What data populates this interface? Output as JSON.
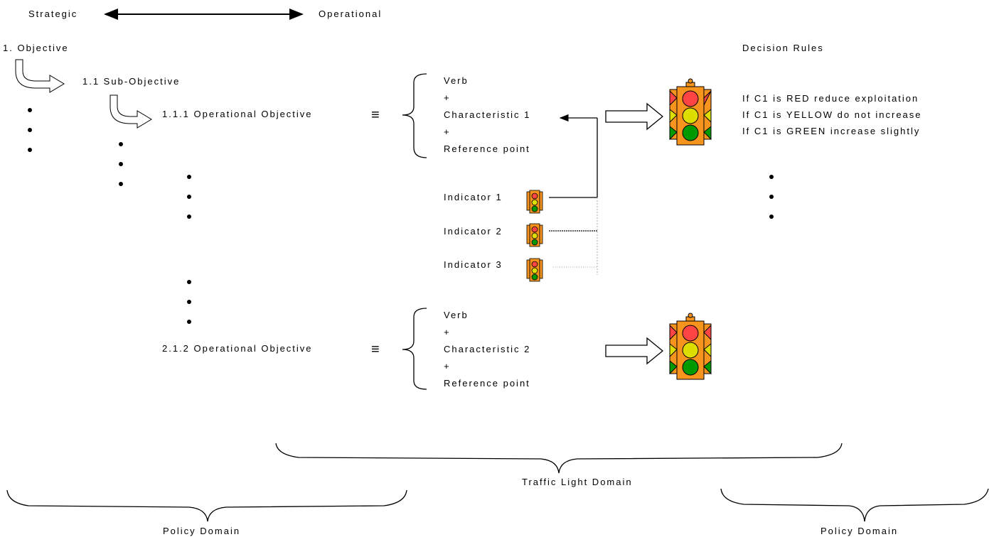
{
  "axis": {
    "left_label": "Strategic",
    "right_label": "Operational"
  },
  "hierarchy": {
    "objective": "1. Objective",
    "sub_objective": "1.1 Sub-Objective",
    "op_objective_1": "1.1.1 Operational Objective",
    "op_objective_2": "2.1.2 Operational Objective"
  },
  "equivalence_symbol": "≡",
  "definition_1": {
    "verb": "Verb",
    "plus1": "+",
    "characteristic": "Characteristic 1",
    "plus2": "+",
    "reference": "Reference point"
  },
  "definition_2": {
    "verb": "Verb",
    "plus1": "+",
    "characteristic": "Characteristic 2",
    "plus2": "+",
    "reference": "Reference point"
  },
  "indicators": [
    "Indicator 1",
    "Indicator 2",
    "Indicator 3"
  ],
  "decision_rules": {
    "title": "Decision Rules",
    "rules": [
      "If C1 is RED reduce exploitation",
      "If C1 is YELLOW do not increase",
      "If C1 is GREEN increase slightly"
    ]
  },
  "domains": {
    "traffic_light": "Traffic Light Domain",
    "policy_left": "Policy Domain",
    "policy_right": "Policy Domain"
  },
  "colors": {
    "light_body": "#f7941d",
    "red": "#ff4444",
    "yellow": "#dddd00",
    "green": "#009900"
  }
}
